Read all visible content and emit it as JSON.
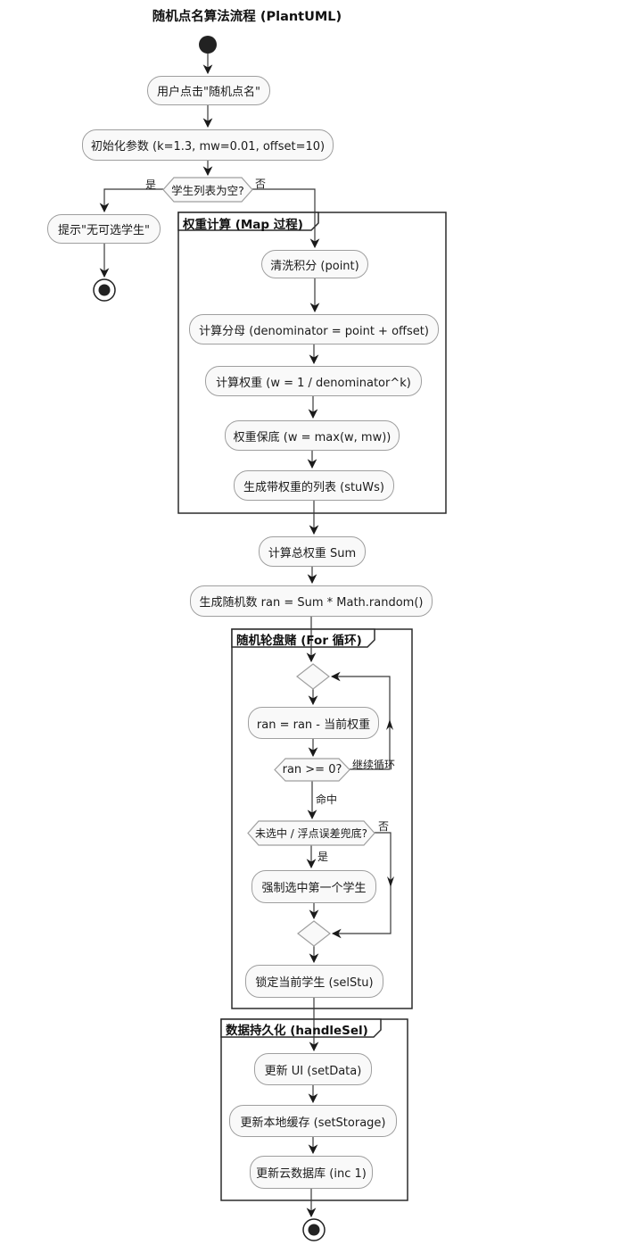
{
  "title": "随机点名算法流程 (PlantUML)",
  "partitions": {
    "weight_calc": {
      "label": "权重计算 (Map 过程)"
    },
    "roulette": {
      "label": "随机轮盘赌 (For 循环)"
    },
    "persistence": {
      "label": "数据持久化 (handleSel)"
    }
  },
  "nodes": {
    "user_click": {
      "label": "用户点击\"随机点名\""
    },
    "init_params": {
      "label": "初始化参数 (k=1.3, mw=0.01, offset=10)"
    },
    "empty_hint": {
      "label": "提示\"无可选学生\""
    },
    "clean_points": {
      "label": "清洗积分 (point)"
    },
    "calc_denominator": {
      "label": "计算分母 (denominator = point + offset)"
    },
    "calc_weight": {
      "label": "计算权重 (w = 1 / denominator^k)"
    },
    "weight_floor": {
      "label": "权重保底 (w = max(w, mw))"
    },
    "gen_weighted_list": {
      "label": "生成带权重的列表 (stuWs)"
    },
    "calc_total_weight": {
      "label": "计算总权重 Sum"
    },
    "gen_random": {
      "label": "生成随机数 ran = Sum * Math.random()"
    },
    "ran_minus": {
      "label": "ran = ran - 当前权重"
    },
    "force_first": {
      "label": "强制选中第一个学生"
    },
    "lock_student": {
      "label": "锁定当前学生 (selStu)"
    },
    "update_ui": {
      "label": "更新 UI (setData)"
    },
    "update_cache": {
      "label": "更新本地缓存 (setStorage)"
    },
    "update_cloud": {
      "label": "更新云数据库 (inc 1)"
    }
  },
  "decisions": {
    "list_empty": {
      "label": "学生列表为空?",
      "yes": "是",
      "no": "否"
    },
    "ran_check": {
      "label": "ran >= 0?",
      "loop_label": "继续循环",
      "exit_label": "命中"
    },
    "fallback_check": {
      "label": "未选中 / 浮点误差兜底?",
      "yes": "是",
      "no": "否"
    }
  },
  "colors": {
    "node_fill": "#f9f9f9",
    "node_border": "#9f9f9f",
    "partition_border": "#2b2b2b",
    "line": "#383838",
    "arrow": "#1a1a1a",
    "text": "#1b1b1b",
    "background": "#ffffff"
  }
}
